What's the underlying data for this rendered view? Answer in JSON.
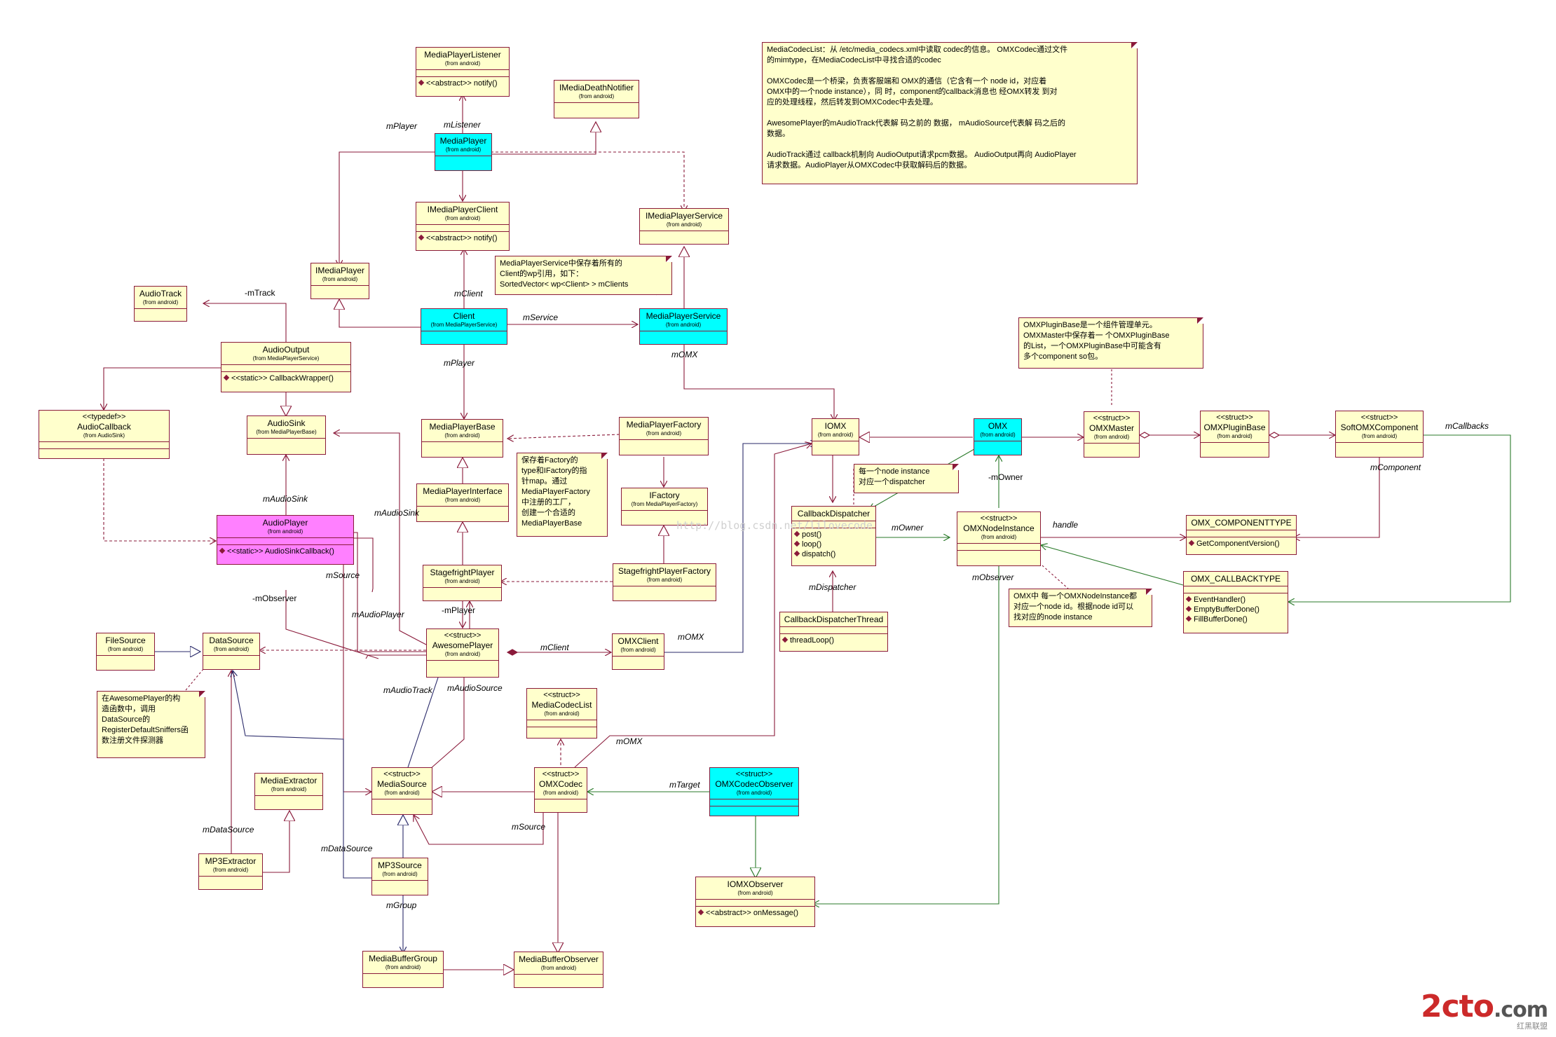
{
  "colors": {
    "line_red": "#8a1a3a",
    "line_blue": "#2a2a6a",
    "line_green": "#2a7a2a",
    "class_fill": "#ffffcc",
    "cyan": "#00ffff",
    "pink": "#ff80ff"
  },
  "classes": {
    "mediaplayerlistener": {
      "name": "MediaPlayerListener",
      "from": "(from android)",
      "ops": [
        "<<abstract>> notify()"
      ]
    },
    "imediadeathnotifier": {
      "name": "IMediaDeathNotifier",
      "from": "(from android)"
    },
    "mediaplayer": {
      "name": "MediaPlayer",
      "from": "(from android)"
    },
    "imediaplayerclient": {
      "name": "IMediaPlayerClient",
      "from": "(from android)",
      "ops": [
        "<<abstract>> notify()"
      ]
    },
    "imediaplayerservice": {
      "name": "IMediaPlayerService",
      "from": "(from android)"
    },
    "imediaplayer": {
      "name": "IMediaPlayer",
      "from": "(from android)"
    },
    "audiotrack": {
      "name": "AudioTrack",
      "from": "(from android)"
    },
    "client": {
      "name": "Client",
      "from": "(from MediaPlayerService)"
    },
    "mediaplayerservice": {
      "name": "MediaPlayerService",
      "from": "(from android)"
    },
    "audiooutput": {
      "name": "AudioOutput",
      "from": "(from MediaPlayerService)",
      "ops": [
        "<<static>> CallbackWrapper()"
      ]
    },
    "audiocallback": {
      "stereo": "<<typedef>>",
      "name": "AudioCallback",
      "from": "(from AudioSink)"
    },
    "audiosink": {
      "name": "AudioSink",
      "from": "(from MediaPlayerBase)"
    },
    "mediaplayerbase": {
      "name": "MediaPlayerBase",
      "from": "(from android)"
    },
    "mediaplayerfactory": {
      "name": "MediaPlayerFactory",
      "from": "(from android)"
    },
    "iomx": {
      "name": "IOMX",
      "from": "(from android)"
    },
    "omx": {
      "name": "OMX",
      "from": "(from android)"
    },
    "omxmaster": {
      "stereo": "<<struct>>",
      "name": "OMXMaster",
      "from": "(from android)"
    },
    "omxpluginbase": {
      "stereo": "<<struct>>",
      "name": "OMXPluginBase",
      "from": "(from android)"
    },
    "softomxcomponent": {
      "stereo": "<<struct>>",
      "name": "SoftOMXComponent",
      "from": "(from android)"
    },
    "mediaplayerinterface": {
      "name": "MediaPlayerInterface",
      "from": "(from android)"
    },
    "ifactory": {
      "name": "IFactory",
      "from": "(from MediaPlayerFactory)"
    },
    "audioplayer": {
      "name": "AudioPlayer",
      "from": "(from android)",
      "ops": [
        "<<static>> AudioSinkCallback()"
      ]
    },
    "callbackdispatcher": {
      "name": "CallbackDispatcher",
      "ops": [
        "post()",
        "loop()",
        "dispatch()"
      ]
    },
    "omxnodeinstance": {
      "stereo": "<<struct>>",
      "name": "OMXNodeInstance",
      "from": "(from android)"
    },
    "omx_componenttype": {
      "name": "OMX_COMPONENTTYPE",
      "ops": [
        "GetComponentVersion()"
      ]
    },
    "omx_callbacktype": {
      "name": "OMX_CALLBACKTYPE",
      "ops": [
        "EventHandler()",
        "EmptyBufferDone()",
        "FillBufferDone()"
      ]
    },
    "stagefrightplayer": {
      "name": "StagefrightPlayer",
      "from": "(from android)"
    },
    "stagefrightplayerfactory": {
      "name": "StagefrightPlayerFactory",
      "from": "(from android)"
    },
    "callbackdispatcherthread": {
      "name": "CallbackDispatcherThread",
      "ops": [
        "threadLoop()"
      ]
    },
    "filesource": {
      "name": "FileSource",
      "from": "(from android)"
    },
    "datasource": {
      "name": "DataSource",
      "from": "(from android)"
    },
    "awesomeplayer": {
      "stereo": "<<struct>>",
      "name": "AwesomePlayer",
      "from": "(from android)"
    },
    "omxclient": {
      "name": "OMXClient",
      "from": "(from android)"
    },
    "mediacodeclist": {
      "stereo": "<<struct>>",
      "name": "MediaCodecList",
      "from": "(from android)"
    },
    "mediaextractor": {
      "name": "MediaExtractor",
      "from": "(from android)"
    },
    "mediasource": {
      "stereo": "<<struct>>",
      "name": "MediaSource",
      "from": "(from android)"
    },
    "omxcodec": {
      "stereo": "<<struct>>",
      "name": "OMXCodec",
      "from": "(from android)"
    },
    "omxcodecobserver": {
      "stereo": "<<struct>>",
      "name": "OMXCodecObserver",
      "from": "(from android)"
    },
    "mp3extractor": {
      "name": "MP3Extractor",
      "from": "(from android)"
    },
    "mp3source": {
      "name": "MP3Source",
      "from": "(from android)"
    },
    "iomxobserver": {
      "name": "IOMXObserver",
      "from": "(from android)",
      "ops": [
        "<<abstract>> onMessage()"
      ]
    },
    "mediabuffergroup": {
      "name": "MediaBufferGroup",
      "from": "(from android)"
    },
    "mediabufferobserver": {
      "name": "MediaBufferObserver",
      "from": "(from android)"
    }
  },
  "notes": {
    "codeclist": "MediaCodecList：从 /etc/media_codecs.xml中读取 codec的信息。 OMXCodec通过文件\n的mimtype，在MediaCodecList中寻找合适的codec\n\nOMXCodec是一个桥梁，负责客服端和    OMX的通信（它含有一个    node id，对应着\nOMX中的一个node instance），同 时，component的callback消息也 经OMX转发 到对\n应的处理线程，然后转发到OMXCodec中去处理。\n\nAwesomePlayer的mAudioTrack代表解 码之前的 数据， mAudioSource代表解 码之后的\n数据。\n\nAudioTrack通过 callback机制向 AudioOutput请求pcm数据。 AudioOutput再向 AudioPlayer\n请求数据。AudioPlayer从OMXCodec中获取解码后的数据。",
    "mps": "MediaPlayerService中保存着所有的\nClient的wp引用，如下：\nSortedVector< wp<Client> >   mClients",
    "plugin": "OMXPluginBase是一个组件管理单元。\nOMXMaster中保存着一 个OMXPluginBase\n的List，一个OMXPluginBase中可能含有\n多个component so包。",
    "factory": "保存着Factory的\ntype和IFactory的指\n针map。通过\nMediaPlayerFactory\n中注册的工厂，\n创建一个合适的\nMediaPlayerBase",
    "dispatcher": "每一个node instance\n对应一个dispatcher",
    "nodeinstance": "OMX中 每一个OMXNodeInstance都\n对应一个node id。根据node id可以\n找对应的node instance",
    "sniffers": "在AwesomePlayer的构\n造函数中，调用\nDataSource的\nRegisterDefaultSniffers函\n数注册文件探测器"
  },
  "labels": {
    "mPlayer_top": "mPlayer",
    "mListener": "mListener",
    "mTrack": "-mTrack",
    "mClient": "mClient",
    "mService": "mService",
    "mPlayer_client": "mPlayer",
    "mOMX_mps": "mOMX",
    "mAudioSink": "mAudioSink",
    "mAudioSink2": "mAudioSink",
    "mObserver": "-mObserver",
    "mSource_ap": "mSource",
    "mAudioPlayer": "mAudioPlayer",
    "mPlayer_sf": "-mPlayer",
    "mClient_omx": "mClient",
    "mOMX_client": "mOMX",
    "mAudioTrack": "mAudioTrack",
    "mAudioSource": "mAudioSource",
    "mOMX_codec": "mOMX",
    "mTarget": "mTarget",
    "mSource_codec": "mSource",
    "mDataSource1": "mDataSource",
    "mDataSource2": "mDataSource",
    "mGroup": "mGroup",
    "mDispatcher": "mDispatcher",
    "mOwner": "mOwner",
    "mOwner2": "-mOwner",
    "handle": "handle",
    "mObserver_node": "mObserver",
    "mCallbacks": "mCallbacks",
    "mComponent": "mComponent"
  },
  "watermark": "http://blog.csdn.net/lilovecode",
  "logo": {
    "main": "2cto",
    "suffix": ".com",
    "sub": "红黑联盟"
  }
}
